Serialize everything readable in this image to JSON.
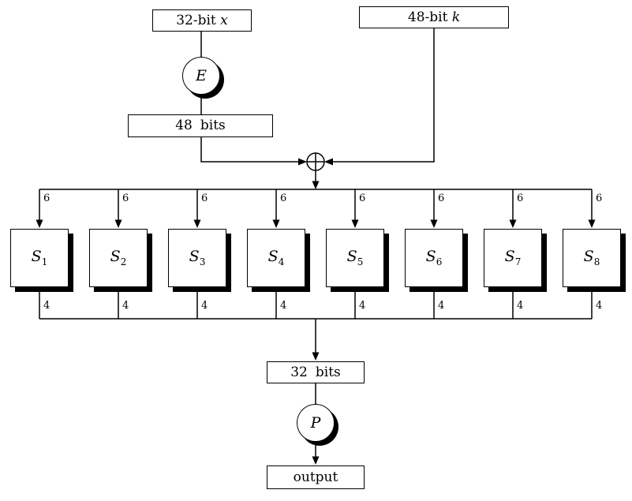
{
  "nodes": {
    "input": {
      "label": "32-bit",
      "var": "x"
    },
    "key": {
      "label": "48-bit",
      "var": "k"
    },
    "expansion": {
      "label": "E"
    },
    "bits48": {
      "value": "48",
      "unit": "bits"
    },
    "bits32": {
      "value": "32",
      "unit": "bits"
    },
    "permutation": {
      "label": "P"
    },
    "output": {
      "label": "output"
    }
  },
  "sboxes": [
    {
      "name": "S",
      "sub": "1"
    },
    {
      "name": "S",
      "sub": "2"
    },
    {
      "name": "S",
      "sub": "3"
    },
    {
      "name": "S",
      "sub": "4"
    },
    {
      "name": "S",
      "sub": "5"
    },
    {
      "name": "S",
      "sub": "6"
    },
    {
      "name": "S",
      "sub": "7"
    },
    {
      "name": "S",
      "sub": "8"
    }
  ],
  "wire_labels": {
    "six": "6",
    "four": "4"
  },
  "icons": {
    "xor": "xor-icon"
  },
  "colors": {
    "stroke": "#000000",
    "background": "#ffffff"
  }
}
